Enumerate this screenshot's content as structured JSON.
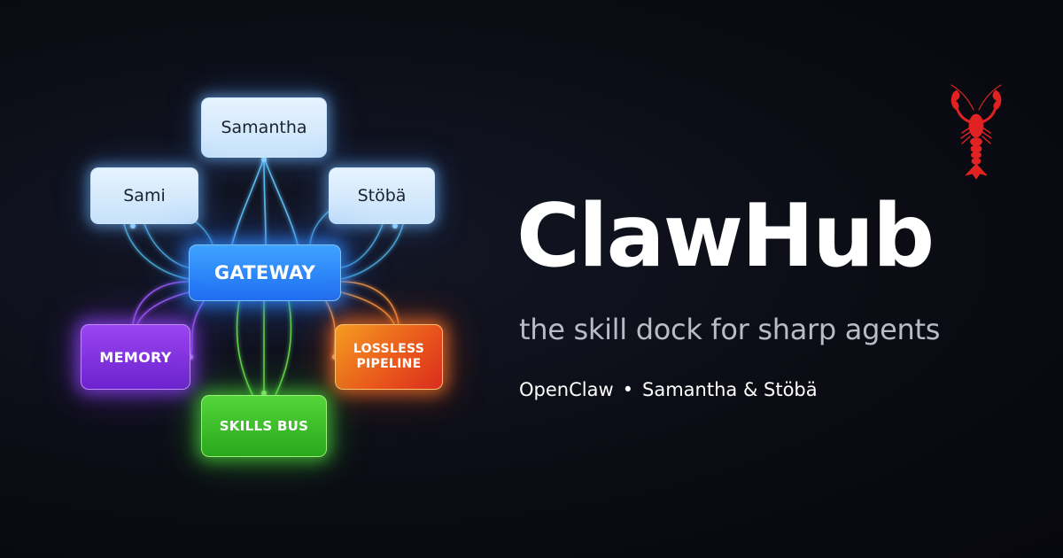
{
  "diagram": {
    "people": {
      "top": "Samantha",
      "left": "Sami",
      "right": "Stöbä"
    },
    "hub": "GATEWAY",
    "components": {
      "memory": "MEMORY",
      "pipeline_line1": "LOSSLESS",
      "pipeline_line2": "PIPELINE",
      "skills": "SKILLS BUS"
    },
    "colors": {
      "gateway": "#2f86ff",
      "memory": "#8a3df0",
      "pipeline": "#ef6a1f",
      "skills": "#3fc22a",
      "person": "#d6ebfd"
    }
  },
  "brand": {
    "title": "ClawHub",
    "tagline": "the skill dock for sharp agents",
    "org": "OpenClaw",
    "separator": "•",
    "authors": "Samantha & Stöbä",
    "mascot_icon": "lobster-icon",
    "mascot_color": "#e02222"
  }
}
